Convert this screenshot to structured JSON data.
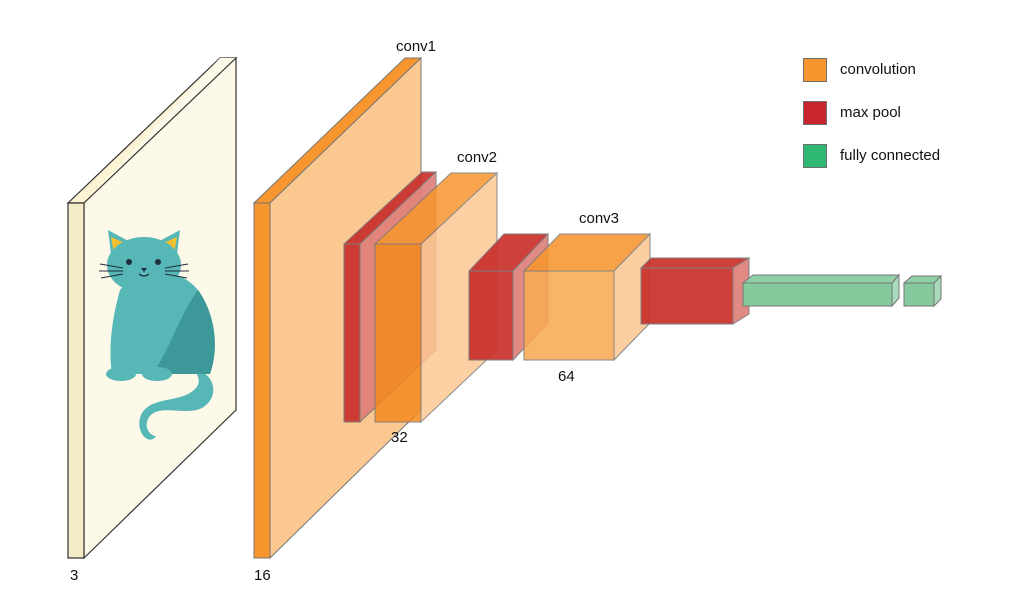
{
  "diagram": {
    "labels": {
      "input_channels": "3",
      "conv1_title": "conv1",
      "conv1_channels": "16",
      "conv2_title": "conv2",
      "conv2_channels": "32",
      "conv3_title": "conv3",
      "conv3_channels": "64"
    }
  },
  "legend": {
    "items": [
      {
        "label": "convolution",
        "color": "#f7962f"
      },
      {
        "label": "max pool",
        "color": "#c8262f"
      },
      {
        "label": "fully connected",
        "color": "#2fb874"
      }
    ]
  },
  "colors": {
    "input_front": "#fdf9e8",
    "input_side": "#fbf3d4",
    "conv_front": "#f8ab55",
    "conv_side": "#fcc892",
    "conv_top": "#f7962f",
    "pool_front": "#c9302c",
    "pool_side": "#df7f79",
    "pool_top": "#c9302c",
    "fc_front": "#86c99c",
    "fc_side": "#a8dbb9",
    "fc_top": "#8fd0a6",
    "cat_body": "#57b7b7",
    "cat_shadow": "#3d9999",
    "cat_ear_inner": "#f2c12e"
  }
}
